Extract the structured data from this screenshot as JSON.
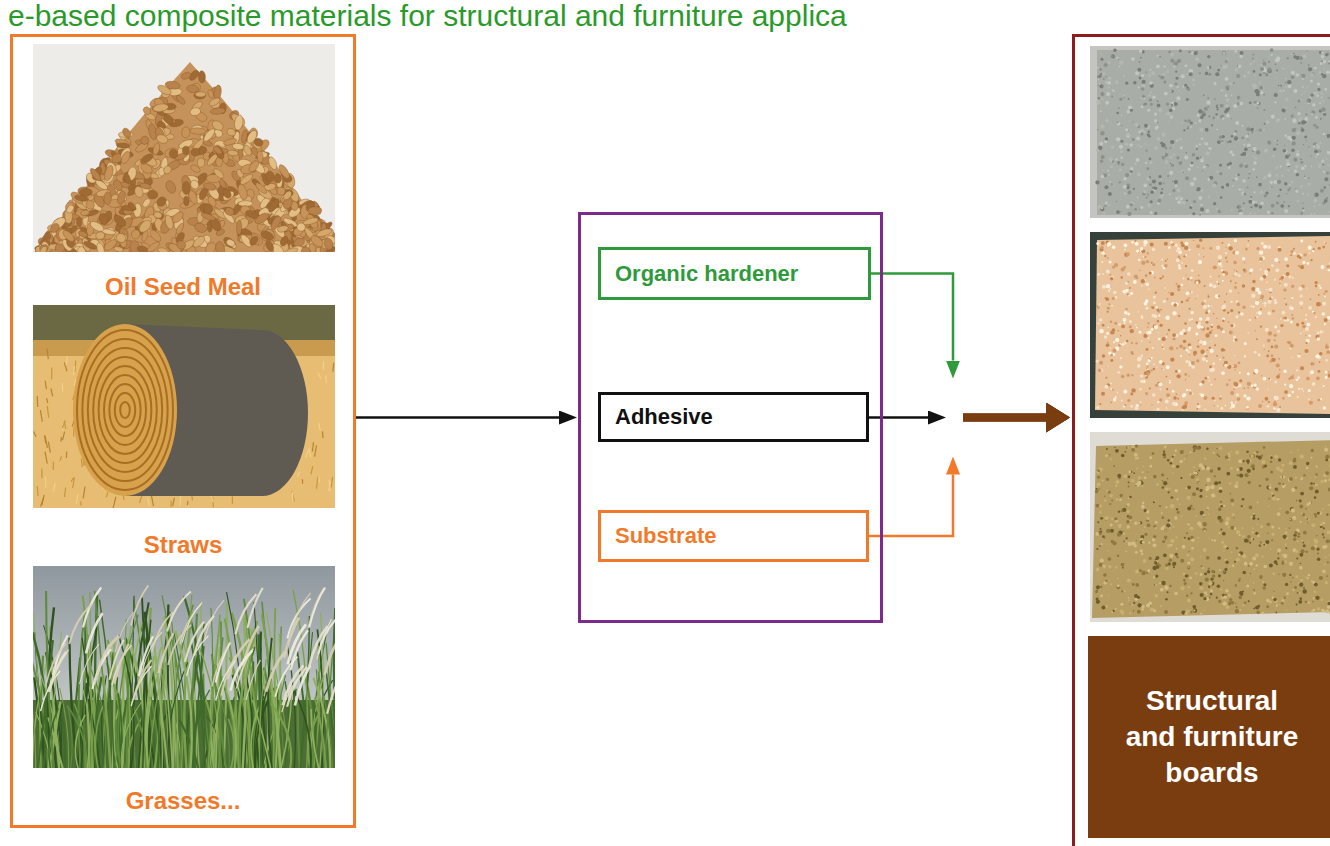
{
  "diagram": {
    "title": "e-based composite materials for structural and furniture applica",
    "nodes": [
      {
        "text": [
          "Oil Seed Meal",
          "Straws",
          "Grasses..."
        ]
      },
      {
        "text": []
      },
      {
        "text": [
          "Organic hardener"
        ],
        "in": 1
      },
      {
        "text": [
          "Adhesive"
        ],
        "in": 1
      },
      {
        "text": [
          "Substrate"
        ],
        "in": 1
      },
      {
        "text": [
          "Structural and furniture boards"
        ]
      }
    ],
    "edges": [
      {
        "from": 0,
        "to": 1,
        "arrow": "to"
      },
      {
        "from": 2,
        "to": 5,
        "arrow": "to"
      },
      {
        "from": 3,
        "to": 5,
        "arrow": "to"
      },
      {
        "from": 4,
        "to": 5,
        "arrow": "to"
      }
    ]
  }
}
